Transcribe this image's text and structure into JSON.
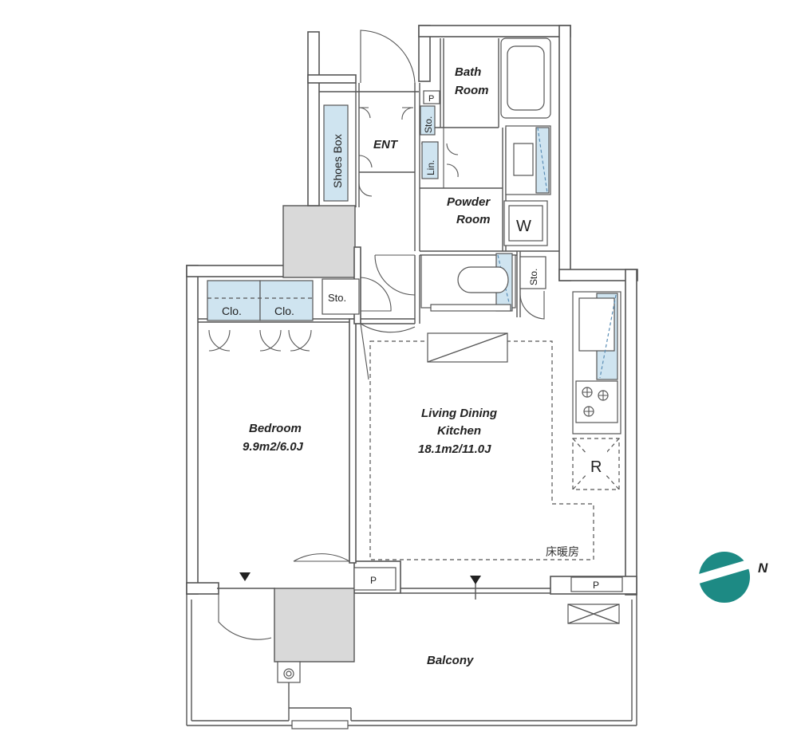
{
  "rooms": {
    "bath": [
      "Bath",
      "Room"
    ],
    "ent": "ENT",
    "powder": [
      "Powder",
      "Room"
    ],
    "bedroom": [
      "Bedroom",
      "9.9m2/6.0J"
    ],
    "ldk": [
      "Living Dining",
      "Kitchen",
      "18.1m2/11.0J"
    ],
    "balcony": "Balcony"
  },
  "storage": {
    "shoes_box": "Shoes Box",
    "sto_top": "Sto.",
    "lin": "Lin.",
    "sto_bedroom": "Sto.",
    "sto_toilet": "Sto.",
    "clo_left": "Clo.",
    "clo_right": "Clo."
  },
  "fixtures": {
    "pipe_bath": "P",
    "pipe_balcony_left": "P",
    "pipe_balcony_right": "P",
    "washer": "W",
    "fridge": "R"
  },
  "floor_heating": "床暖房",
  "compass": {
    "label": "N",
    "color": "#1d8a84"
  }
}
